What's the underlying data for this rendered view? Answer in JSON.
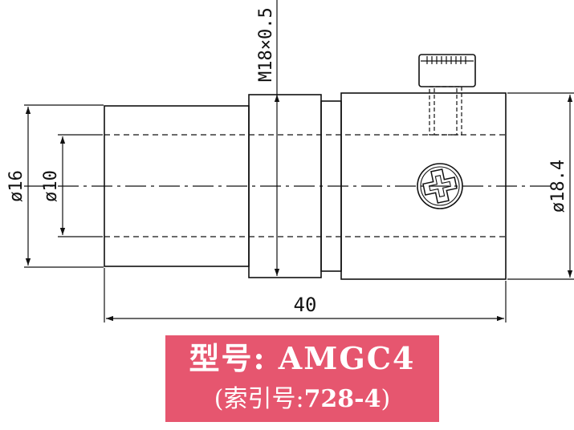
{
  "dimensions": {
    "d16": "ø16",
    "d10": "ø10",
    "d18_4": "ø18.4",
    "length": "40",
    "thread": "M18×0.5"
  },
  "label": {
    "prefix": "型号:",
    "model": "AMGC4",
    "index_prefix": "(索引号:",
    "index_value": "728-4",
    "index_suffix": ")"
  },
  "colors": {
    "label_background": "#e6566f",
    "label_text": "#ffffff",
    "line": "#111111"
  }
}
